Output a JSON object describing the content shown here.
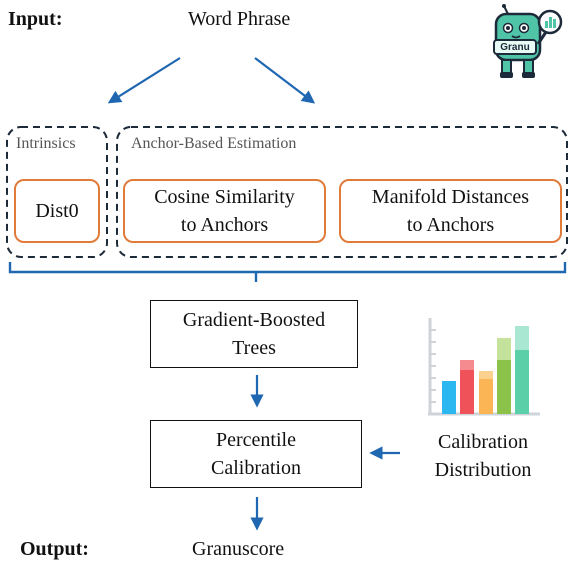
{
  "input_label": "Input:",
  "input_value": "Word Phrase",
  "output_label": "Output:",
  "output_value": "Granuscore",
  "mascot": {
    "icon": "granu-mascot-icon",
    "text": "Granu"
  },
  "groups": {
    "intrinsics": {
      "title": "Intrinsics",
      "boxes": [
        {
          "lines": [
            "Dist0"
          ]
        }
      ]
    },
    "anchor": {
      "title": "Anchor-Based Estimation",
      "boxes": [
        {
          "lines": [
            "Cosine Similarity",
            "to Anchors"
          ]
        },
        {
          "lines": [
            "Manifold Distances",
            "to Anchors"
          ]
        }
      ]
    }
  },
  "gbt": {
    "lines": [
      "Gradient-Boosted",
      "Trees"
    ]
  },
  "calibration": {
    "lines": [
      "Percentile",
      "Calibration"
    ]
  },
  "distribution": {
    "lines": [
      "Calibration",
      "Distribution"
    ],
    "icon": "bar-chart-icon"
  },
  "colors": {
    "arrow": "#1f67b1",
    "orange": "#e07b3a",
    "mascot": "#4fc4a7",
    "bars": [
      "#2bb7f0",
      "#f0525a",
      "#fbb554",
      "#8bc34a",
      "#5bcfa8"
    ]
  }
}
